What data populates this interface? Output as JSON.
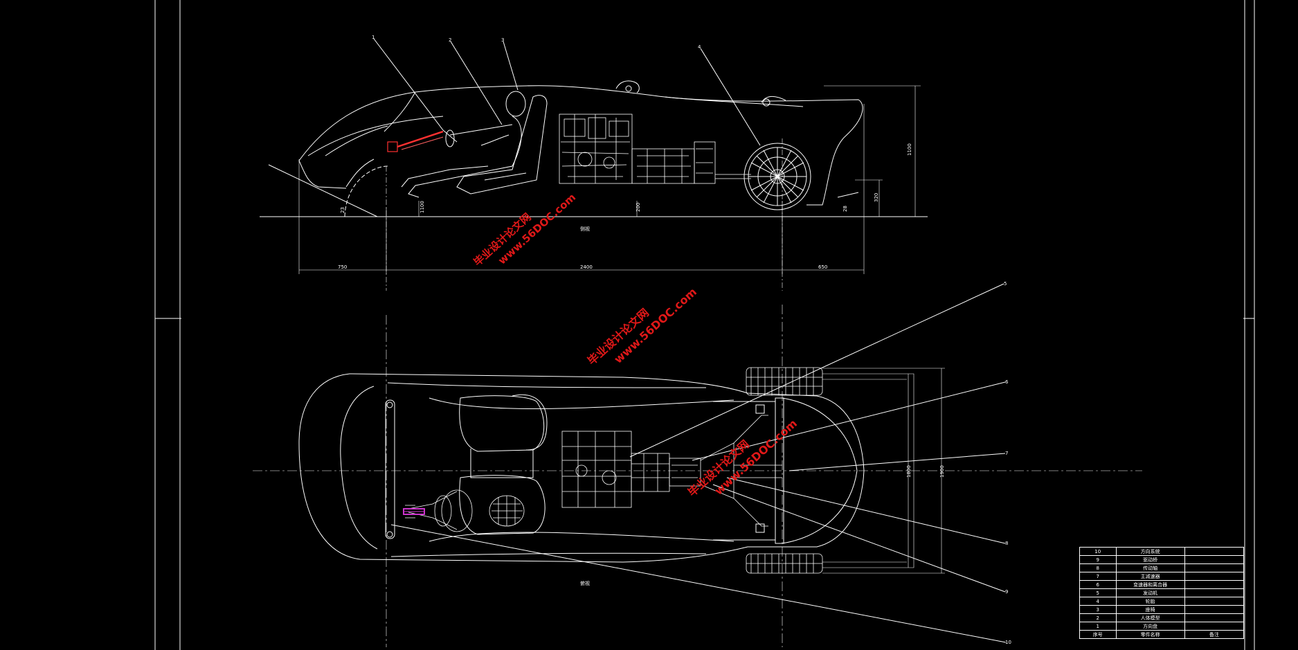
{
  "drawing": {
    "side_view_label": "侧视",
    "top_view_label": "俯视",
    "watermark": {
      "line1": "毕业设计论文网",
      "line2": "www.56DOC.com"
    },
    "side_dimensions": {
      "front_overhang": "750",
      "wheelbase": "2400",
      "rear_overhang": "650",
      "height_total": "1100",
      "rear_height": "320",
      "ground_a": "1100",
      "ground_b": "200",
      "angle_front": "23",
      "angle_rear": "28"
    },
    "top_dimensions": {
      "width_inner": "1800",
      "width_outer": "1900"
    },
    "callouts": {
      "side": [
        "1",
        "2",
        "3",
        "4"
      ],
      "top": [
        "5",
        "6",
        "7",
        "8",
        "9",
        "10"
      ]
    },
    "bom": {
      "rows": [
        {
          "no": "10",
          "name": "方向系统"
        },
        {
          "no": "9",
          "name": "驱动桥"
        },
        {
          "no": "8",
          "name": "传动轴"
        },
        {
          "no": "7",
          "name": "主减速器"
        },
        {
          "no": "6",
          "name": "变速器和离合器"
        },
        {
          "no": "5",
          "name": "发动机"
        },
        {
          "no": "4",
          "name": "轮胎"
        },
        {
          "no": "3",
          "name": "座椅"
        },
        {
          "no": "2",
          "name": "人体模型"
        },
        {
          "no": "1",
          "name": "方向盘"
        }
      ],
      "header": {
        "no": "序号",
        "name": "零件名称",
        "remark": "备注"
      }
    },
    "colors": {
      "background": "#000000",
      "line": "#ffffff",
      "watermark": "#ff2a2a",
      "steering_accent": "#ff3030",
      "pedal_accent": "#cc33cc"
    }
  }
}
